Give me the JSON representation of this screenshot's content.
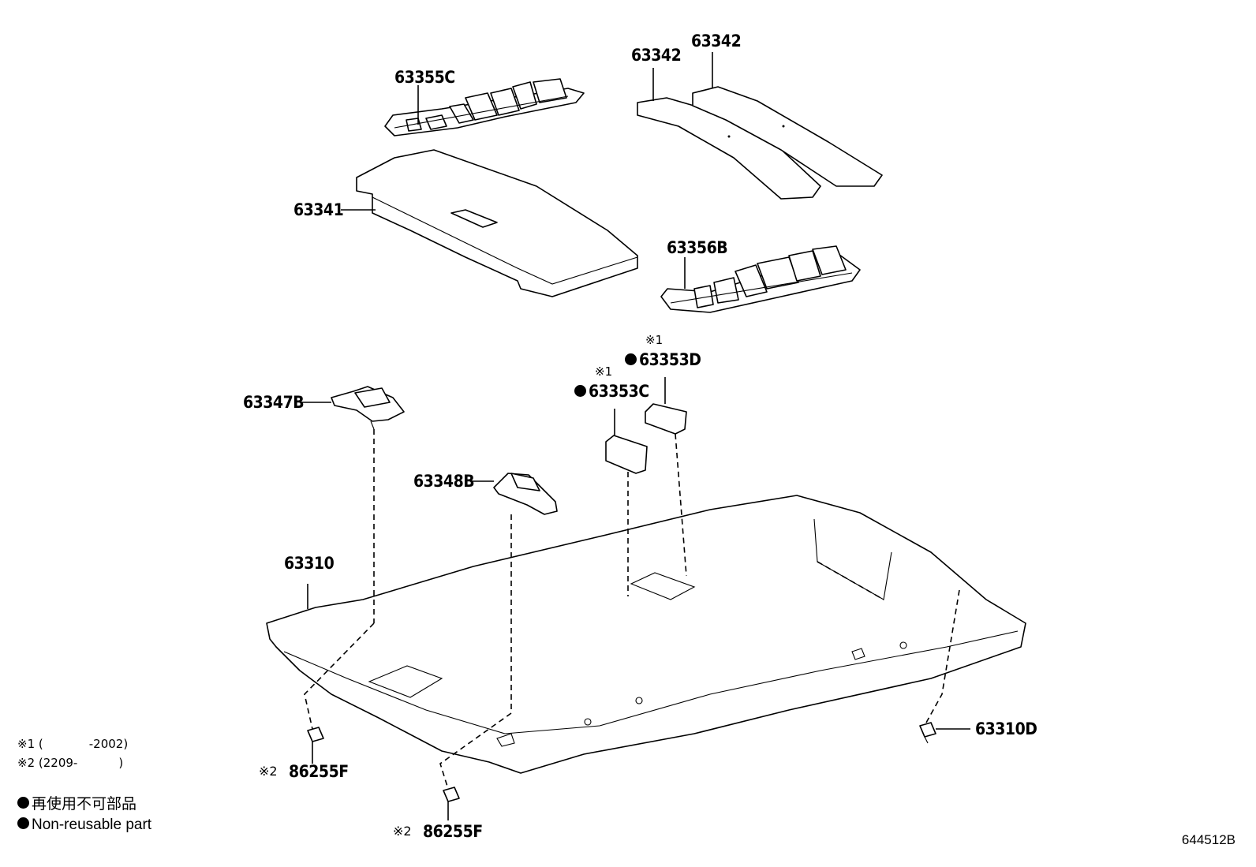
{
  "parts": {
    "p63355C": "63355C",
    "p63342a": "63342",
    "p63342b": "63342",
    "p63341": "63341",
    "p63356B": "63356B",
    "p63353D": "63353D",
    "p63353C": "63353C",
    "p63347B": "63347B",
    "p63348B": "63348B",
    "p63310": "63310",
    "p63310D": "63310D",
    "p86255F_a": "86255F",
    "p86255F_b": "86255F"
  },
  "marks": {
    "star1": "※1",
    "star2": "※2"
  },
  "notes": {
    "note1_prefix": "※1 (",
    "note1_value": "-2002)",
    "note2_prefix": "※2 (2209-",
    "note2_suffix": ")"
  },
  "legend": {
    "nonreusable_ja": "再使用不可部品",
    "nonreusable_en": "Non-reusable part"
  },
  "figure_code": "644512B"
}
